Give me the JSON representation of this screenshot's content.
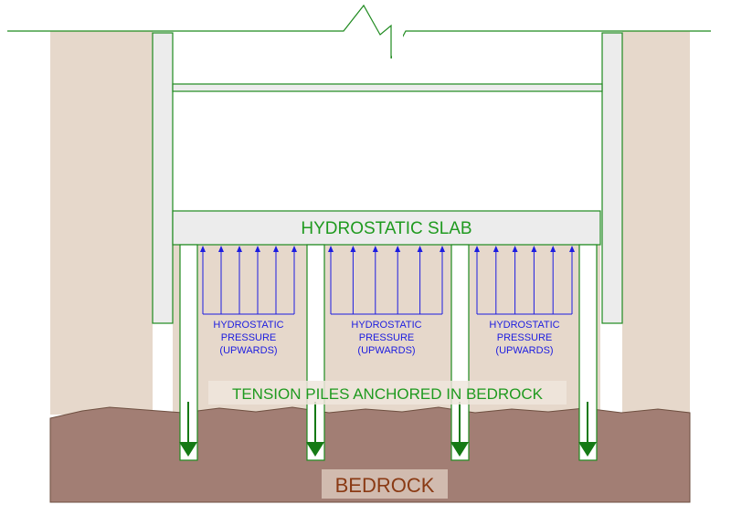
{
  "labels": {
    "slab": "HYDROSTATIC SLAB",
    "pressure_line1": "HYDROSTATIC",
    "pressure_line2": "PRESSURE",
    "pressure_line3": "(UPWARDS)",
    "piles": "TENSION PILES ANCHORED IN BEDROCK",
    "bedrock": "BEDROCK"
  },
  "colors": {
    "soil": "#e6d8cb",
    "bedrock": "#a27e74",
    "wall_fill": "#ececec",
    "structure_stroke": "#1f8a1f",
    "pressure_arrow": "#1c1ce0",
    "pile_arrow": "#157a15",
    "label_green": "#1f9a1f",
    "label_blue": "#1c1ce0",
    "label_brown": "#8a3a14"
  }
}
